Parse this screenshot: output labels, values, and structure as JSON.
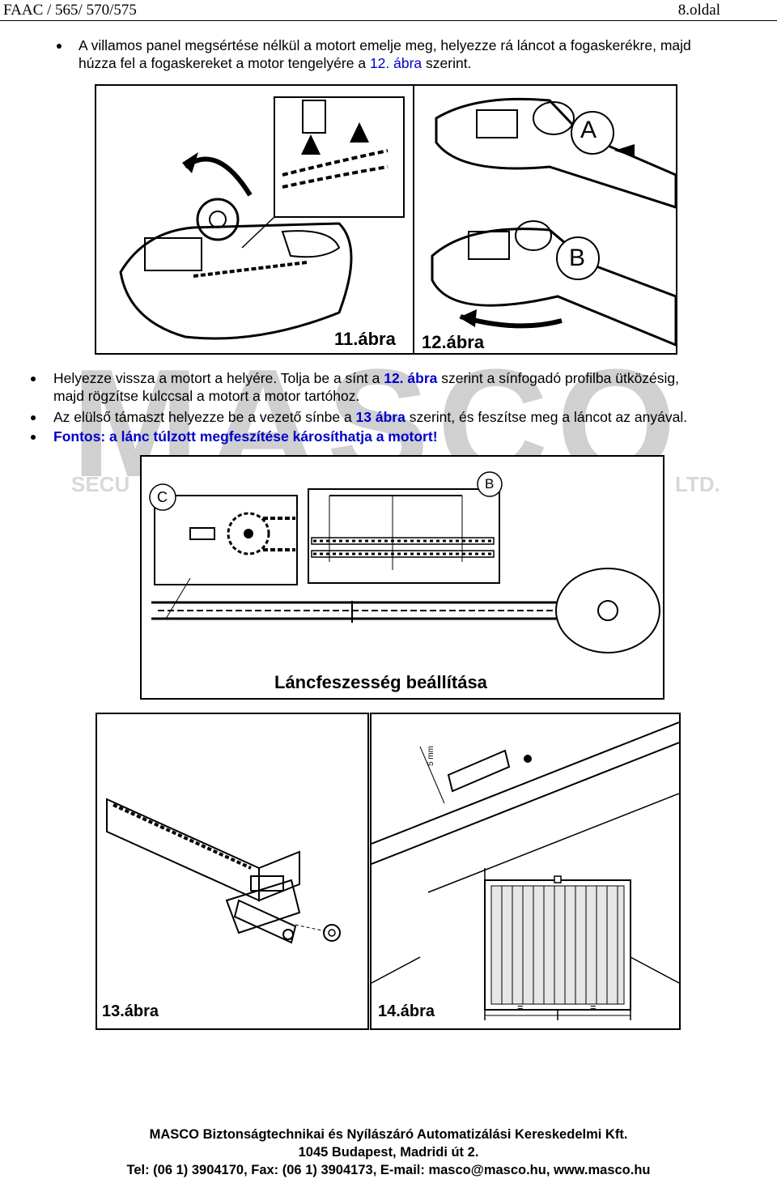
{
  "header": {
    "left": "FAAC / 565/ 570/575",
    "right": "8.oldal"
  },
  "watermark": {
    "brand": "MASCO",
    "left_text": "SECU",
    "right_text": "LTD."
  },
  "intro": {
    "line1": "A villamos panel megsértése nélkül a motort emelje meg, helyezze rá láncot a fogaskerékre, majd",
    "line2_pre": "húzza fel a fogaskereket a motor tengelyére a ",
    "line2_ref": "12. ábra",
    "line2_post": " szerint."
  },
  "figures": {
    "fig11_caption": "11.ábra",
    "fig12_caption": "12.ábra",
    "label_a": "A",
    "label_b": "B",
    "label_c": "C",
    "chain_title": "Láncfeszesség beállítása",
    "fig13_caption": "13.ábra",
    "fig14_caption": "14.ábra",
    "fig14_dim": "5 mm",
    "fig14_eq": "="
  },
  "bullets": {
    "b1_line1_pre": "Helyezze vissza a motort a helyére. Tolja be a sínt a ",
    "b1_line1_ref": "12. ábra",
    "b1_line1_post": " szerint a sínfogadó profilba ütközésig,",
    "b1_line2": "majd rögzítse kulccsal a motort a motor tartóhoz.",
    "b2_pre": "Az elülső támaszt helyezze be a vezető sínbe a ",
    "b2_ref": "13 ábra",
    "b2_post": " szerint, és feszítse meg a láncot az anyával.",
    "b3": "Fontos: a lánc túlzott megfeszítése károsíthatja a motort!"
  },
  "footer": {
    "line1": "MASCO Biztonságtechnikai és Nyílászáró Automatizálási Kereskedelmi Kft.",
    "line2": "1045 Budapest, Madridi út 2.",
    "line3": "Tel: (06 1) 3904170, Fax: (06 1) 3904173, E-mail: masco@masco.hu, www.masco.hu"
  }
}
